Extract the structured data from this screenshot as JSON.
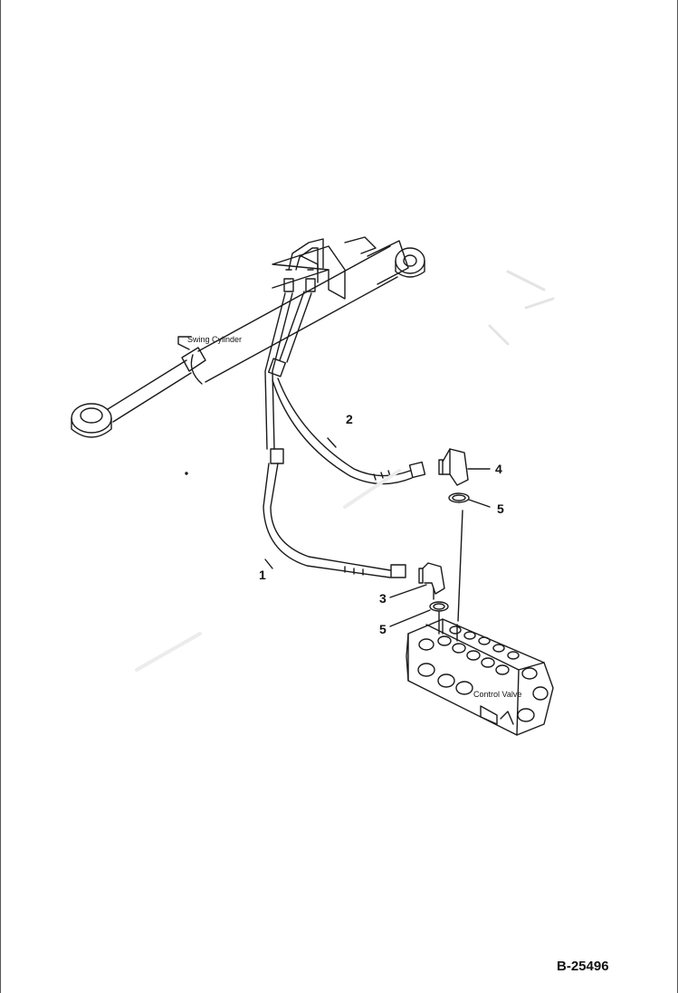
{
  "labels": {
    "swing_cylinder": "Swing Cylinder",
    "control_valve": "Control Valve"
  },
  "callouts": {
    "c1": "1",
    "c2": "2",
    "c3": "3",
    "c4": "4",
    "c5a": "5",
    "c5b": "5"
  },
  "drawing_number": "B-25496",
  "colors": {
    "line": "#1a1a1a",
    "background": "#ffffff"
  }
}
